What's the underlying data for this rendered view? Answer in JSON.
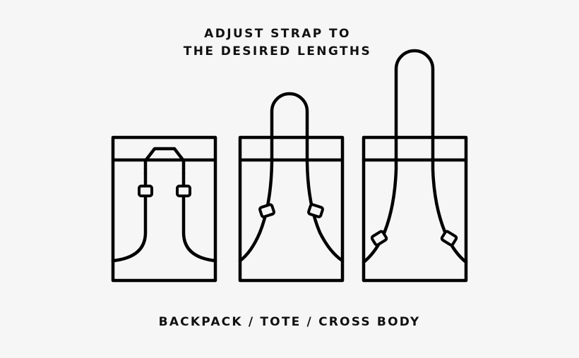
{
  "heading": {
    "line1": "ADJUST STRAP TO",
    "line2": "THE DESIRED LENGTHS"
  },
  "caption": "BACKPACK / TOTE / CROSS BODY",
  "icons": [
    {
      "name": "backpack-icon",
      "mode": "BACKPACK"
    },
    {
      "name": "tote-icon",
      "mode": "TOTE"
    },
    {
      "name": "cross-body-icon",
      "mode": "CROSS BODY"
    }
  ],
  "colors": {
    "background": "#f6f6f6",
    "line": "#000000"
  }
}
